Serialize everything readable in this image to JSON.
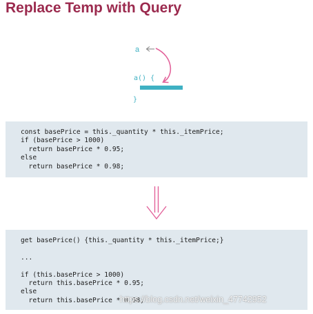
{
  "title": "Replace Temp with Query",
  "diagram": {
    "var_label": "a",
    "func_label": "a() {",
    "close_label": "}",
    "colors": {
      "text": "#3fb1c3",
      "bar": "#3fb1c3",
      "arrow": "#e2629a",
      "small_arrow": "#888888"
    }
  },
  "before_code": [
    "const basePrice = this._quantity * this._itemPrice;",
    "if (basePrice > 1000)",
    "  return basePrice * 0.95;",
    "else",
    "  return basePrice * 0.98;"
  ],
  "after_code": [
    "get basePrice() {this._quantity * this._itemPrice;}",
    "",
    "...",
    "",
    "if (this.basePrice > 1000)",
    "  return this.basePrice * 0.95;",
    "else",
    "  return this.basePrice * 0.98;"
  ],
  "watermark": "https://blog.csdn.net/weixin_47742952",
  "colors": {
    "title": "#9b2a4e",
    "code_bg": "#e0e8ee",
    "big_arrow": "#e2629a"
  }
}
